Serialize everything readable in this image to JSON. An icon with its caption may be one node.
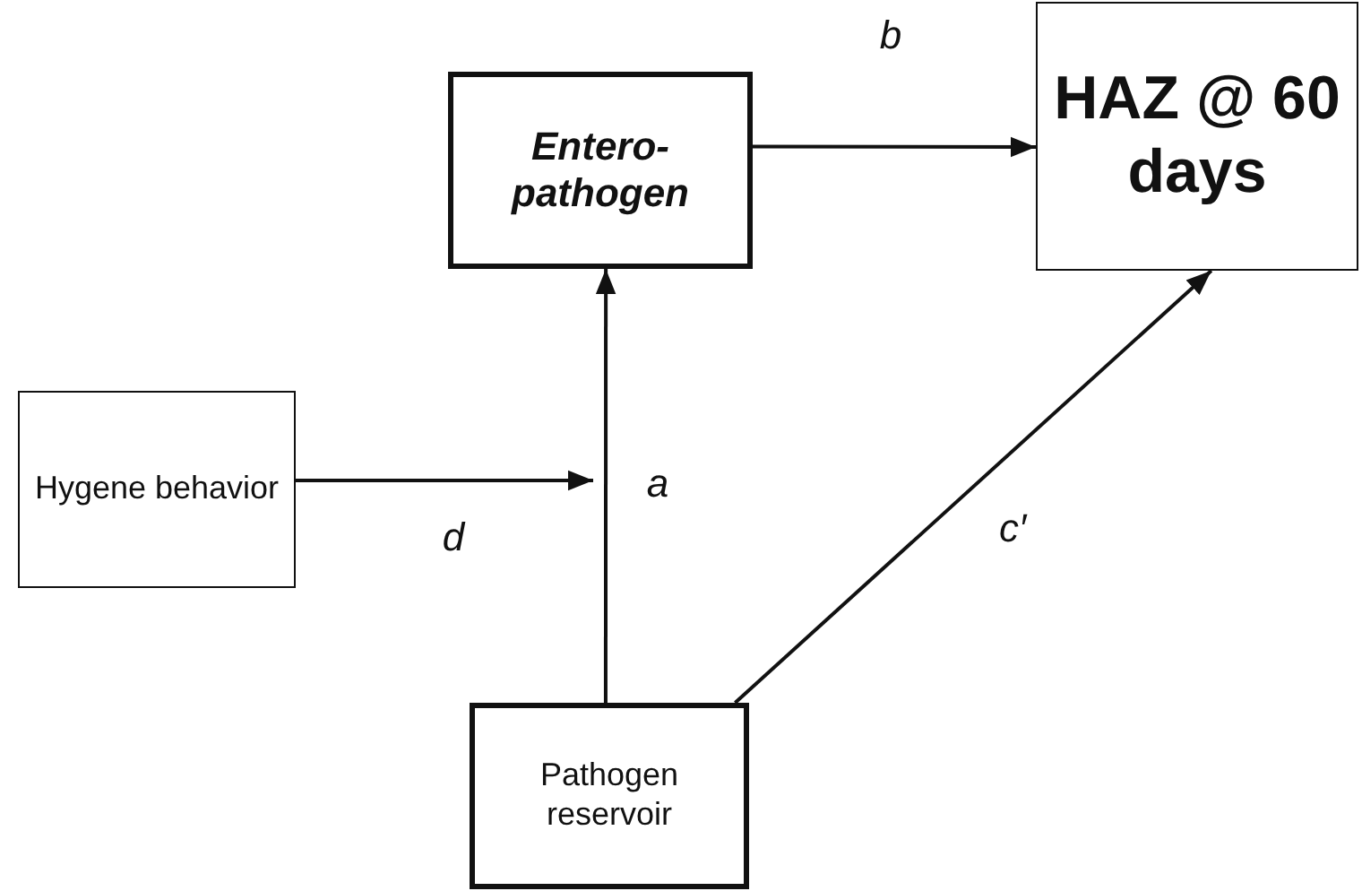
{
  "diagram": {
    "nodes": [
      {
        "text": [
          "Entero- pathogen"
        ]
      },
      {
        "text": [
          "HAZ @ 60 days"
        ]
      },
      {
        "text": [
          "Hygene behavior"
        ]
      },
      {
        "text": [
          "Pathogen reservoir"
        ]
      }
    ],
    "edges": [
      {
        "from": 0,
        "to": 1,
        "arrow": "to",
        "label": "b"
      },
      {
        "from": 3,
        "to": 0,
        "arrow": "to",
        "label": "a"
      },
      {
        "from": 3,
        "to": 1,
        "arrow": "to",
        "label": "c′"
      },
      {
        "from": 2,
        "to": null,
        "arrow": "to",
        "label": "d"
      }
    ]
  }
}
